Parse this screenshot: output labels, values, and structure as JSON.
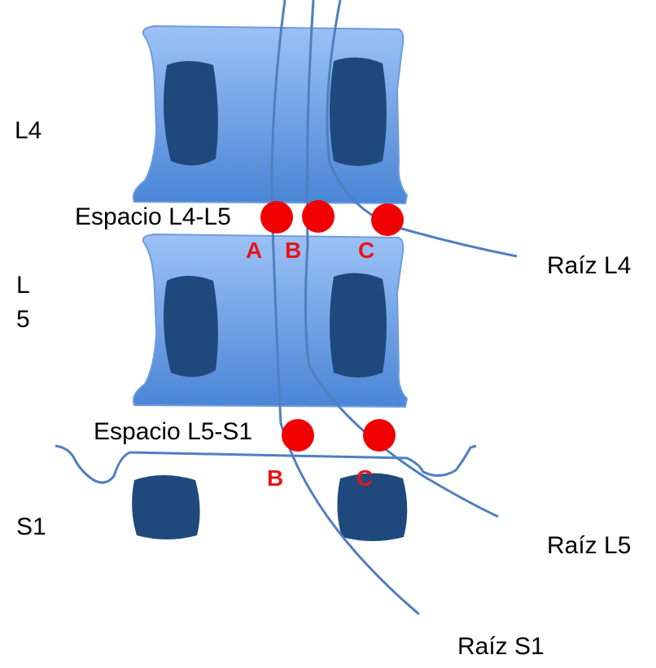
{
  "levels": {
    "l4": "L4",
    "l5_line1": "L",
    "l5_line2": "5",
    "s1": "S1"
  },
  "spaces": {
    "l4_l5": "Espacio L4-L5",
    "l5_s1": "Espacio L5-S1"
  },
  "points_l4_l5": [
    "A",
    "B",
    "C"
  ],
  "points_l5_s1": [
    "B",
    "C"
  ],
  "roots": {
    "l4": "Raíz L4",
    "l5": "Raíz L5",
    "s1": "Raíz S1"
  },
  "colors": {
    "body_top": "#9cc2f5",
    "body_bottom": "#4a85d6",
    "pedicle": "#1f497d",
    "nerve": "#4f7fbf",
    "marker": "#f00000"
  }
}
